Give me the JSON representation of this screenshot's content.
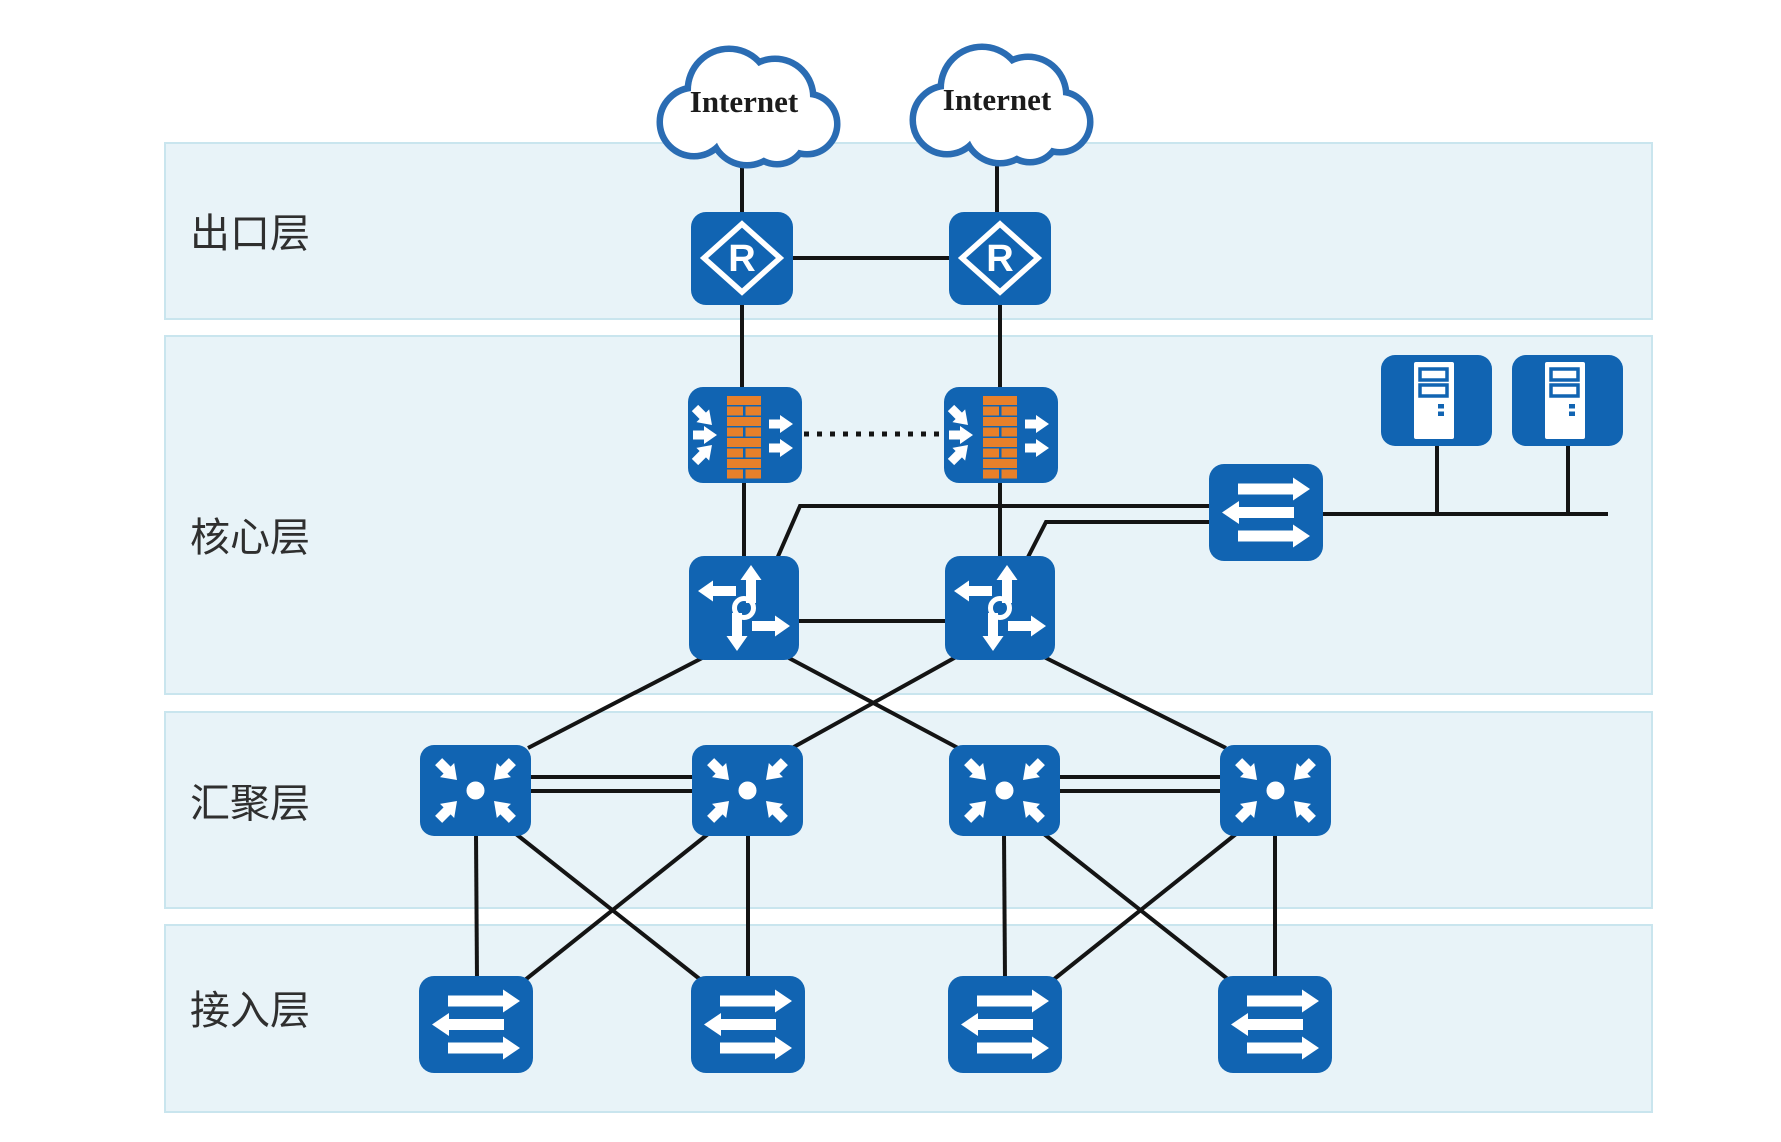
{
  "clouds": [
    {
      "label": "Internet"
    },
    {
      "label": "Internet"
    }
  ],
  "layers": [
    {
      "label": "出口层"
    },
    {
      "label": "核心层"
    },
    {
      "label": "汇聚层"
    },
    {
      "label": "接入层"
    }
  ],
  "router_glyph": "R",
  "devices": {
    "egress": [
      "router",
      "router"
    ],
    "core": [
      "firewall",
      "firewall",
      "l3-switch",
      "l3-switch",
      "l2-switch",
      "server",
      "server"
    ],
    "aggregation": [
      "aggregation-switch",
      "aggregation-switch",
      "aggregation-switch",
      "aggregation-switch"
    ],
    "access": [
      "l2-switch",
      "l2-switch",
      "l2-switch",
      "l2-switch"
    ]
  },
  "colors": {
    "device_blue": "#1164b2",
    "brick_orange": "#e8802a",
    "cloud_stroke": "#2a6cb3",
    "band_fill": "#e8f3f8",
    "band_border": "#c9e5ee",
    "link_line": "#141414",
    "label_text": "#2f2f2f",
    "background": "#ffffff"
  },
  "icons": {
    "cloud-icon": "internet cloud outline",
    "router-icon": "rounded square with diamond and R",
    "firewall-icon": "rounded square with orange brick wall and white arrows",
    "l3-switch-icon": "rounded square with four outward arrows around a circle",
    "aggregation-switch-icon": "rounded square with four inward diagonal arrows to a center dot",
    "l2-switch-icon": "rounded square with three horizontal bidirectional arrows",
    "server-icon": "rounded square with white tower server"
  }
}
